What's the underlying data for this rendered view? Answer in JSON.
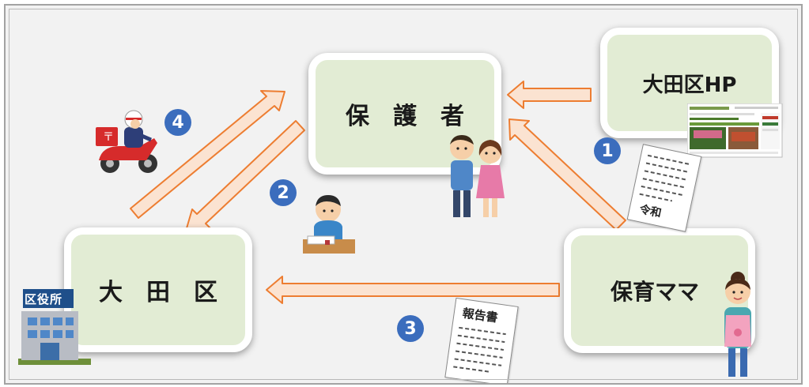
{
  "nodes": {
    "guardian": "保　護　者",
    "ota_ward": "大　田　区",
    "ota_hp": "大田区HP",
    "childcare_mama": "保育ママ"
  },
  "steps": [
    "1",
    "2",
    "3",
    "4"
  ],
  "documents": {
    "reiwa_form": "令和",
    "report": "報告書",
    "ward_office_sign": "区役所"
  },
  "colors": {
    "arrow_fill": "#fbe3d1",
    "arrow_stroke": "#ed7d31",
    "node_fill": "#e2ecd4",
    "badge": "#3b6dbd",
    "background": "#f2f2f2"
  },
  "icons": [
    "postman-scooter-icon",
    "person-writing-icon",
    "parents-couple-icon",
    "childcare-worker-icon",
    "ward-office-building-icon",
    "website-screenshot-icon",
    "application-form-icon",
    "report-document-icon"
  ]
}
